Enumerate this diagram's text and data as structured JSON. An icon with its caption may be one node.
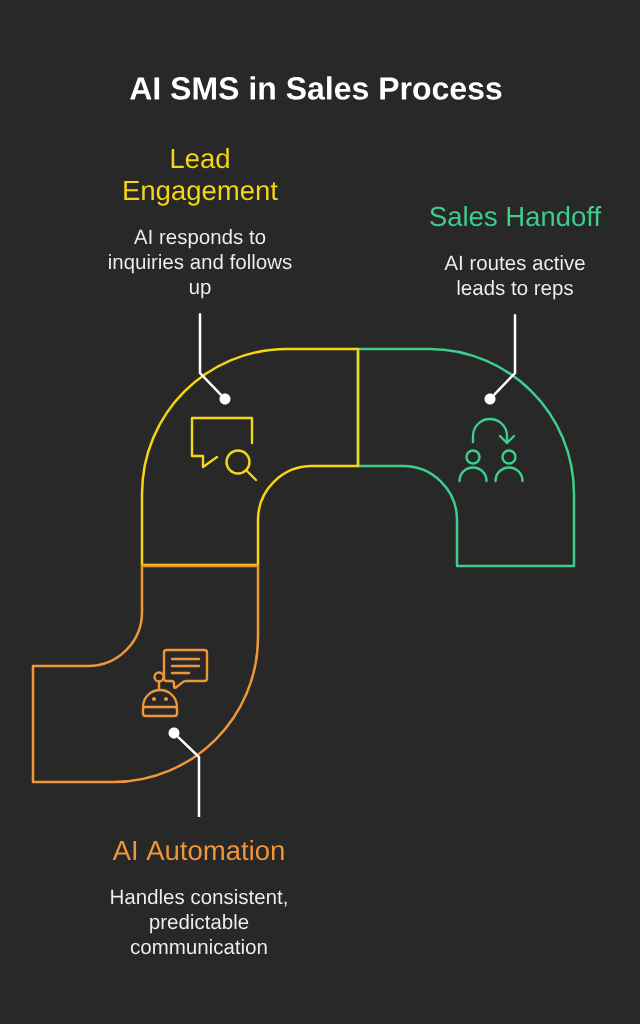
{
  "diagram": {
    "title": "AI SMS in Sales Process",
    "nodes": [
      {
        "text": [
          "Lead Engagement",
          "AI responds to inquiries and follows up"
        ]
      },
      {
        "text": [
          "Sales Handoff",
          "AI routes active leads to reps"
        ]
      },
      {
        "text": [],
        "shape": "band"
      },
      {
        "text": [],
        "shape": "band"
      },
      {
        "text": [],
        "shape": "band"
      },
      {
        "text": [
          "AI Automation",
          "Handles consistent, predictable communication"
        ]
      },
      {
        "text": [],
        "shape": "circle",
        "in": 2
      },
      {
        "text": [],
        "shape": "circle",
        "in": 3
      },
      {
        "text": [],
        "shape": "circle",
        "in": 4
      }
    ],
    "edges": [
      {
        "from": 0,
        "to": 6,
        "arrow": "none"
      },
      {
        "from": 1,
        "to": 7,
        "arrow": "none"
      },
      {
        "from": 5,
        "to": 8,
        "arrow": "none"
      }
    ]
  }
}
